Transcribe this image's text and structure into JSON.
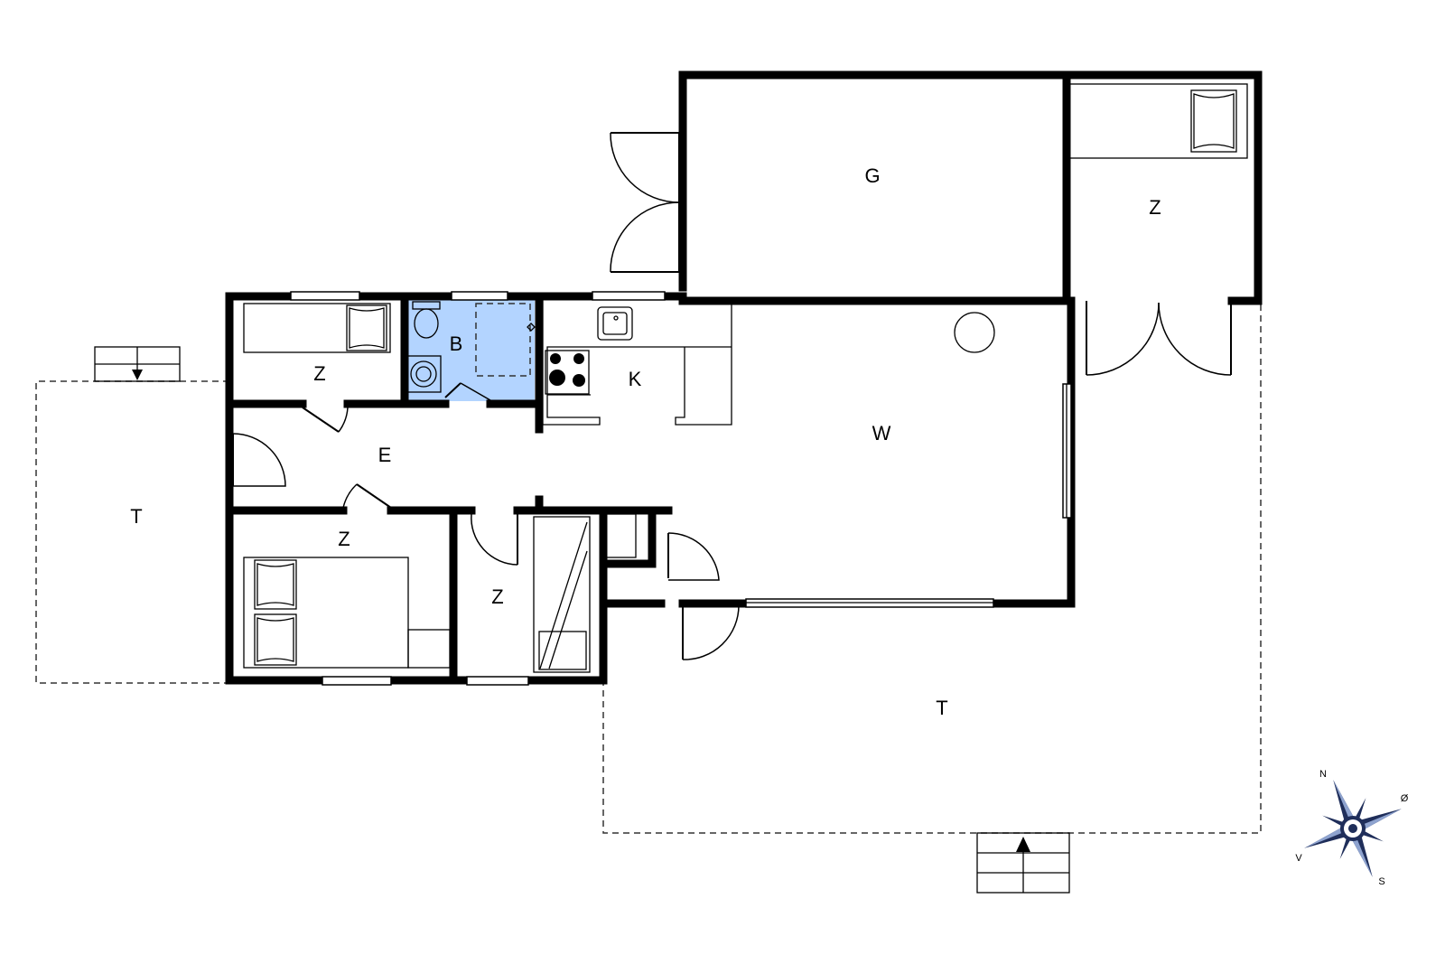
{
  "rooms": {
    "garage": "G",
    "bedroom_ne": "Z",
    "bedroom_nw": "Z",
    "bathroom": "B",
    "kitchen": "K",
    "living": "W",
    "entrance": "E",
    "bedroom_sw": "Z",
    "bedroom_s": "Z",
    "terrace_w": "T",
    "terrace_s": "T"
  },
  "compass": {
    "north": "N",
    "east": "Ø",
    "south": "S",
    "west": "V"
  },
  "colors": {
    "bathroom_fill": "#b3d4ff",
    "wall": "#000000",
    "compass_blue": "#1f2e5a"
  }
}
